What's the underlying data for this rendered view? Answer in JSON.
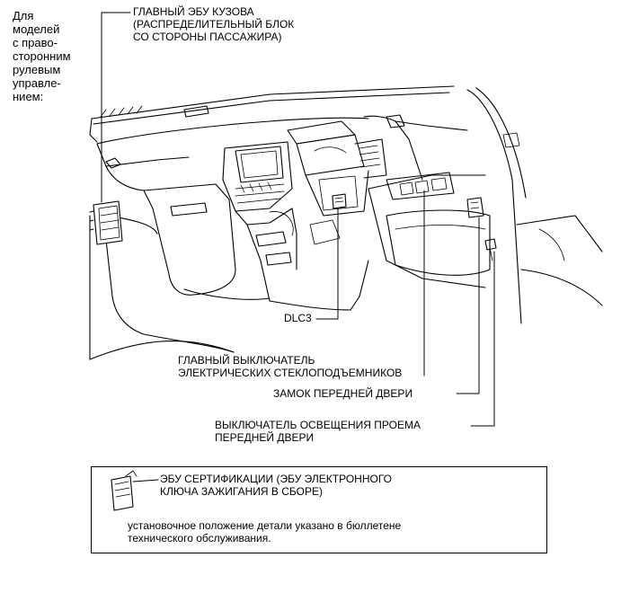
{
  "side_note": "Для\nмоделей\nс право-\nсторонним\nрулевым\nуправле-\nнием:",
  "labels": {
    "body_ecu": "ГЛАВНЫЙ ЭБУ КУЗОВА\n(РАСПРЕДЕЛИТЕЛЬНЫЙ БЛОК\nСО СТОРОНЫ ПАССАЖИРА)",
    "dlc3": "DLC3",
    "power_window_switch": "ГЛАВНЫЙ ВЫКЛЮЧАТЕЛЬ\nЭЛЕКТРИЧЕСКИХ СТЕКЛОПОДЪЕМНИКОВ",
    "front_door_lock": "ЗАМОК ПЕРЕДНЕЙ ДВЕРИ",
    "courtesy_light_switch": "ВЫКЛЮЧАТЕЛЬ ОСВЕЩЕНИЯ ПРОЕМА\nПЕРЕДНЕЙ ДВЕРИ"
  },
  "info_box": {
    "certification_ecu": "ЭБУ СЕРТИФИКАЦИИ (ЭБУ ЭЛЕКТРОННОГО\nКЛЮЧА ЗАЖИГАНИЯ В СБОРЕ)",
    "note": "установочное положение детали указано в бюллетене\nтехнического обслуживания."
  },
  "colors": {
    "line": "#000000",
    "background": "#ffffff"
  }
}
